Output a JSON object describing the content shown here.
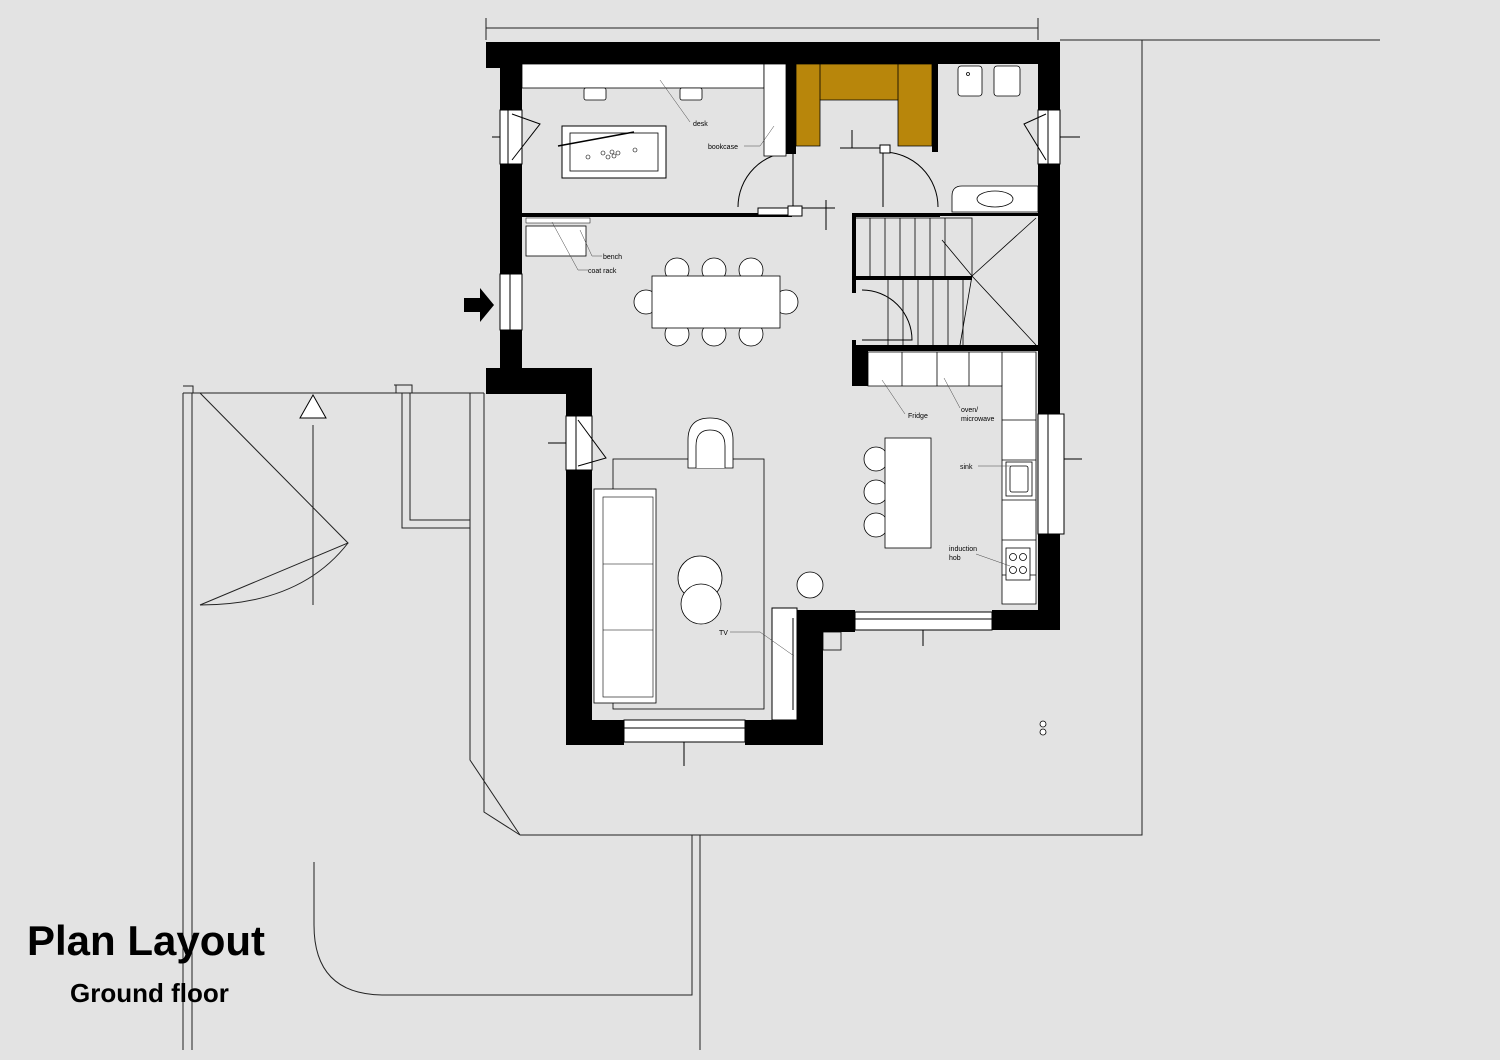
{
  "title": "Plan Layout",
  "subtitle": "Ground floor",
  "labels": {
    "desk": "desk",
    "bookcase": "bookcase",
    "bench": "bench",
    "coat_rack": "coat rack",
    "fridge": "Fridge",
    "oven_1": "oven/",
    "oven_2": "microwave",
    "sink": "sink",
    "hob_1": "induction",
    "hob_2": "hob",
    "tv": "TV"
  },
  "colors": {
    "background": "#e3e3e3",
    "wall": "#000000",
    "furniture": "#ffffff",
    "wardrobe": "#b8860b"
  },
  "icons": {
    "entrance": "entrance-arrow-icon",
    "north": "triangle-arrow-icon"
  }
}
